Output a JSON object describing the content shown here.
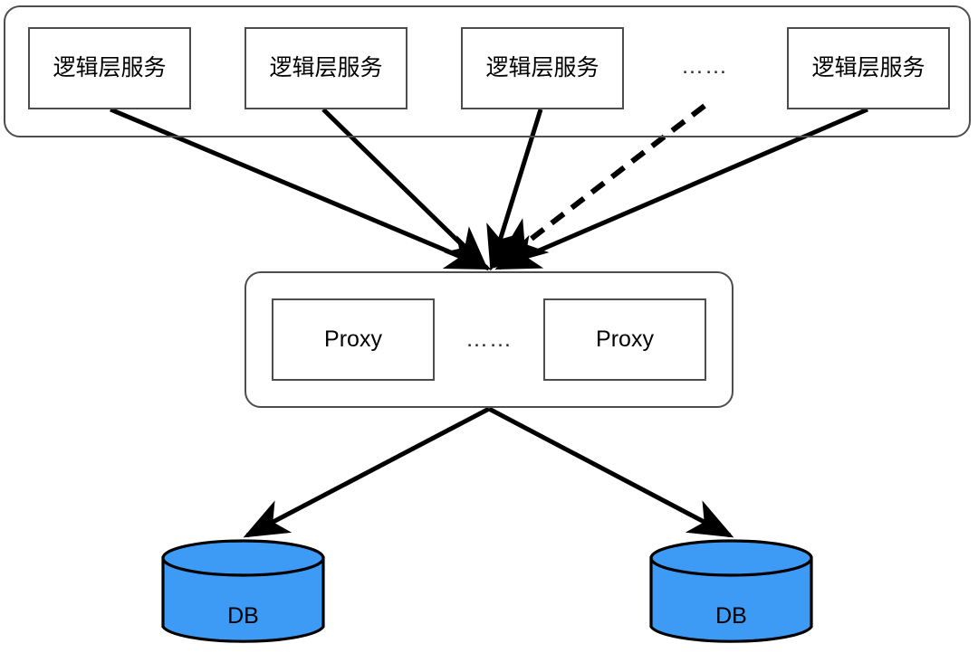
{
  "diagram": {
    "title": "Logic layer services to proxy layer to database architecture",
    "background_color": "#ffffff",
    "stroke_color": "#4d4d4d",
    "arrow_color": "#000000",
    "db_fill_color": "#3d9bf5"
  },
  "logic_layer": {
    "name": "logic-layer-group",
    "services": [
      {
        "label": "逻辑层服务"
      },
      {
        "label": "逻辑层服务"
      },
      {
        "label": "逻辑层服务"
      },
      {
        "label": "逻辑层服务"
      }
    ],
    "ellipsis": "……"
  },
  "proxy_layer": {
    "name": "proxy-layer-group",
    "proxies": [
      {
        "label": "Proxy"
      },
      {
        "label": "Proxy"
      }
    ],
    "ellipsis": "……"
  },
  "storage_layer": {
    "databases": [
      {
        "label": "DB"
      },
      {
        "label": "DB"
      }
    ]
  },
  "connections": {
    "service_to_proxy": [
      {
        "from": "service-1",
        "to": "proxy-group",
        "style": "solid"
      },
      {
        "from": "service-2",
        "to": "proxy-group",
        "style": "solid"
      },
      {
        "from": "service-3",
        "to": "proxy-group",
        "style": "solid"
      },
      {
        "from": "ellipsis",
        "to": "proxy-group",
        "style": "dashed"
      },
      {
        "from": "service-4",
        "to": "proxy-group",
        "style": "solid"
      }
    ],
    "proxy_to_db": [
      {
        "from": "proxy-group",
        "to": "db-1",
        "style": "solid"
      },
      {
        "from": "proxy-group",
        "to": "db-2",
        "style": "solid"
      }
    ]
  }
}
